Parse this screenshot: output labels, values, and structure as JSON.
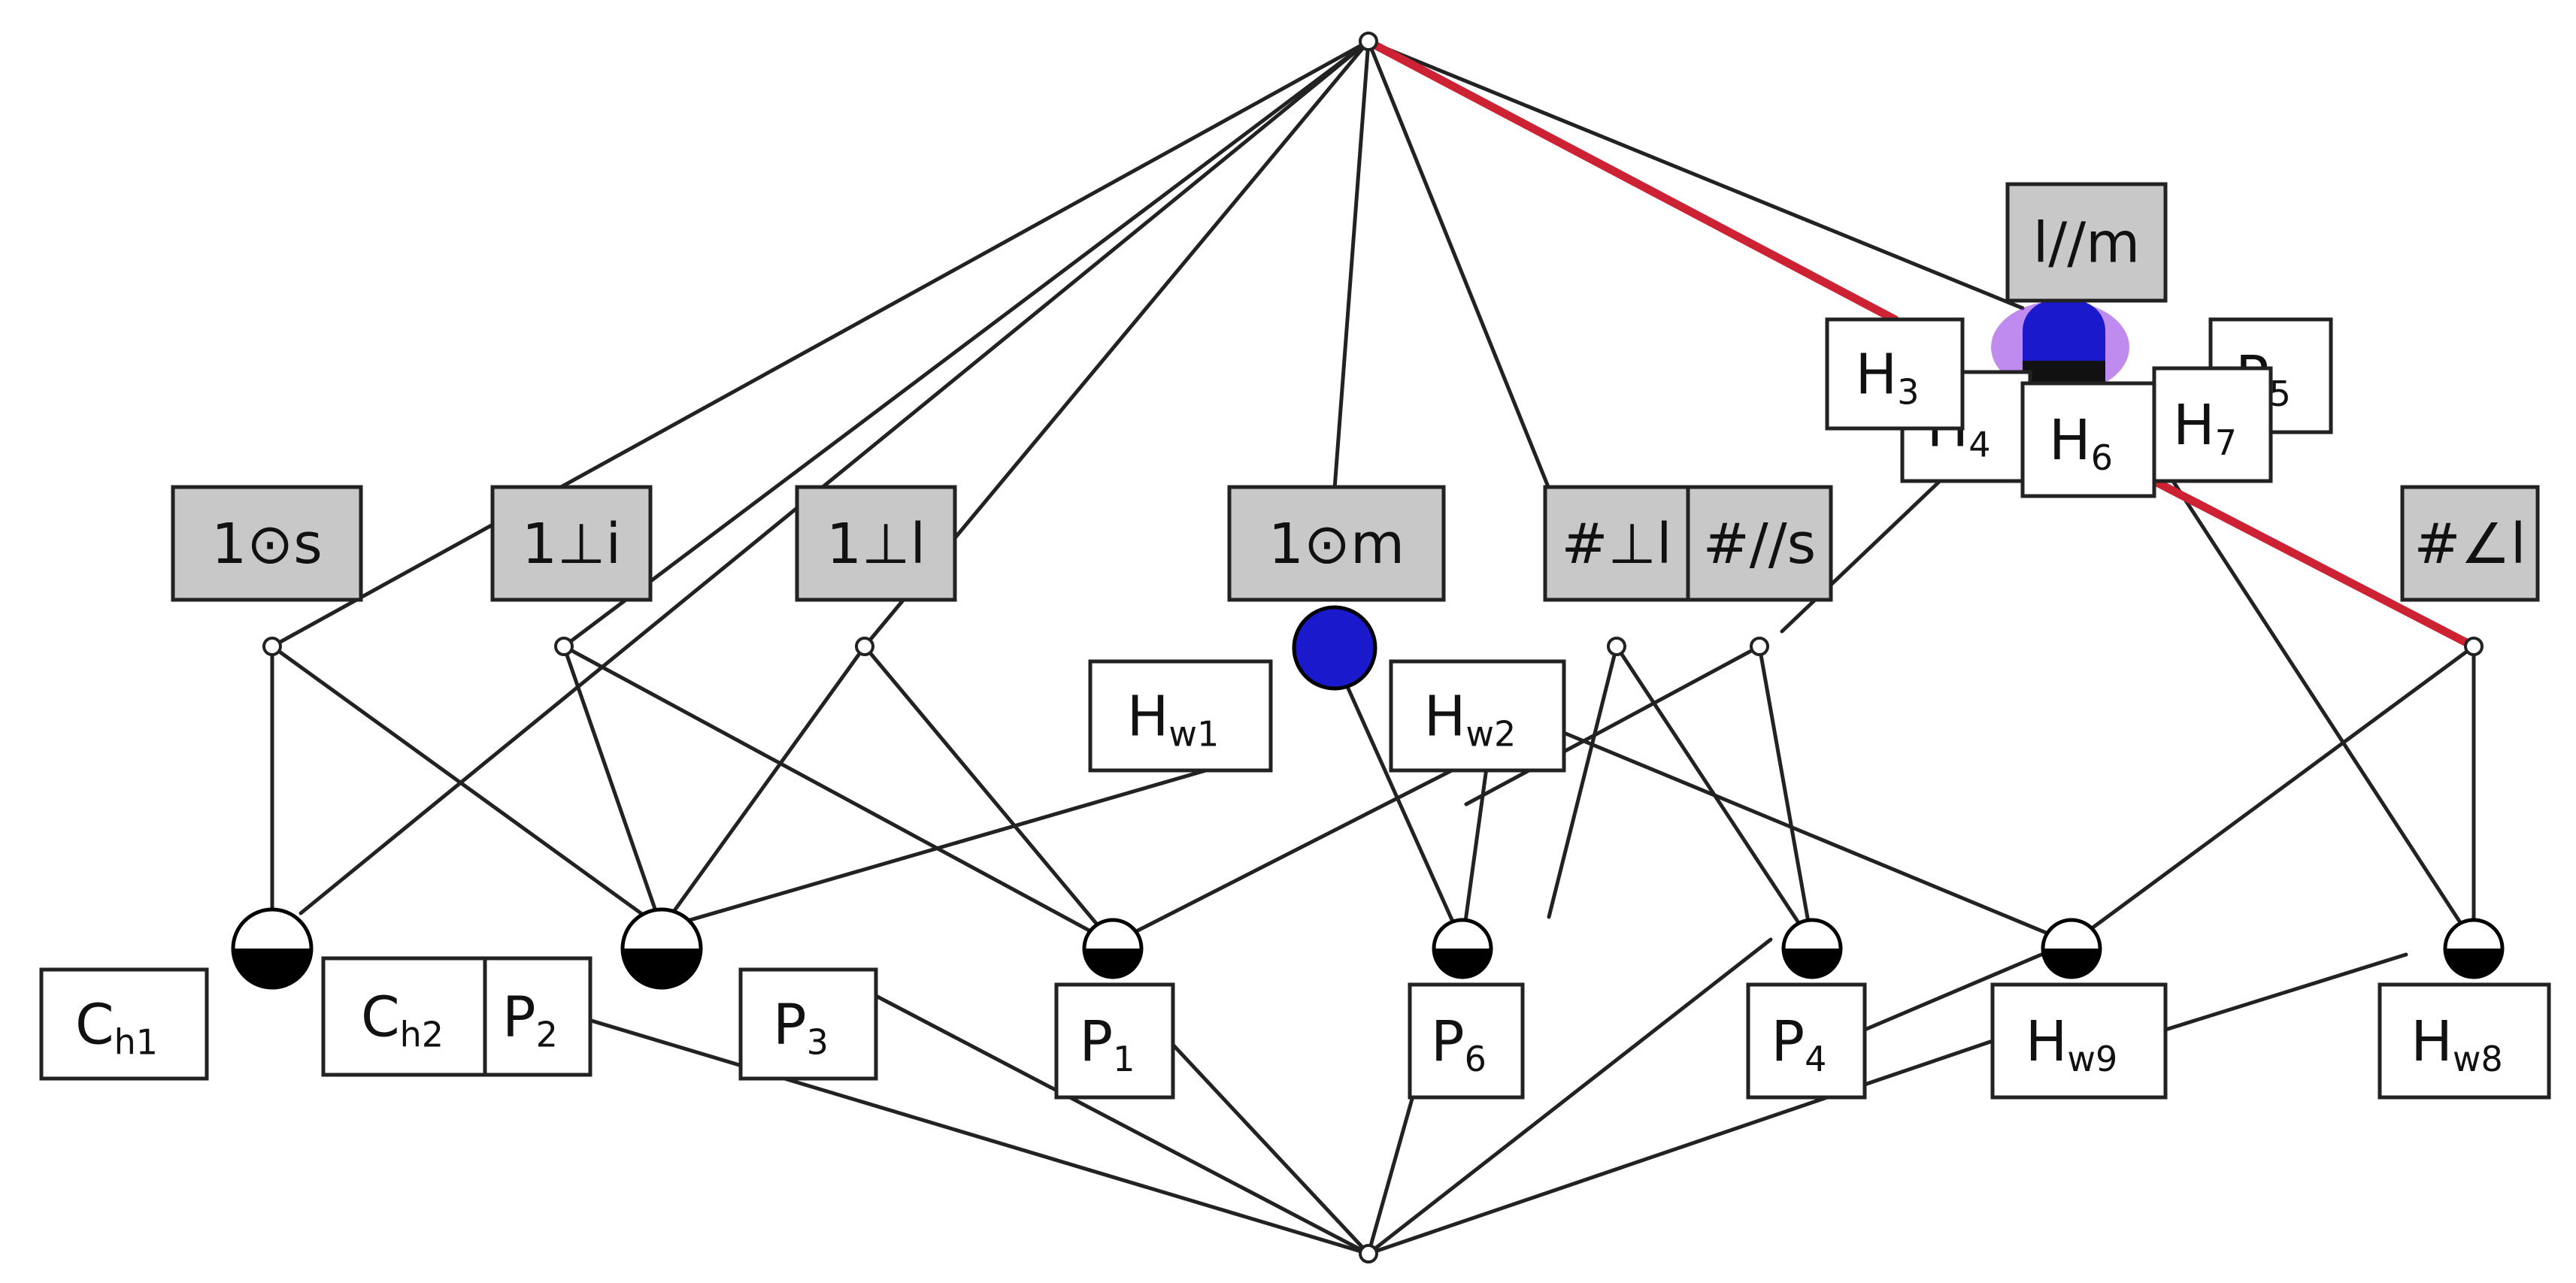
{
  "colors": {
    "line": "#222222",
    "highlight": "#cc2233",
    "attribute_fill": "#c8c8c8",
    "object_fill": "#ffffff",
    "active_node": "#1a1acc",
    "node_dark": "#000000"
  },
  "attributes": [
    {
      "id": "a1",
      "main": "1",
      "symbol": "⊙",
      "rest": "s"
    },
    {
      "id": "a2",
      "main": "1⊥i"
    },
    {
      "id": "a3",
      "main": "1⊥l"
    },
    {
      "id": "a4",
      "main": "1",
      "symbol": "⊙",
      "rest": "m"
    },
    {
      "id": "a5",
      "main": "#⊥l"
    },
    {
      "id": "a6",
      "main": "#//s"
    },
    {
      "id": "a7",
      "main": "l//m"
    },
    {
      "id": "a8",
      "main": "#∠l"
    }
  ],
  "objects": [
    {
      "id": "ch1",
      "main": "C",
      "sub": "h1"
    },
    {
      "id": "ch2",
      "main": "C",
      "sub": "h2"
    },
    {
      "id": "p2",
      "main": "P",
      "sub": "2"
    },
    {
      "id": "p3",
      "main": "P",
      "sub": "3"
    },
    {
      "id": "p1",
      "main": "P",
      "sub": "1"
    },
    {
      "id": "p6",
      "main": "P",
      "sub": "6"
    },
    {
      "id": "p4",
      "main": "P",
      "sub": "4"
    },
    {
      "id": "hw9",
      "main": "H",
      "sub": "w9"
    },
    {
      "id": "hw8",
      "main": "H",
      "sub": "w8"
    },
    {
      "id": "hw1",
      "main": "H",
      "sub": "w1"
    },
    {
      "id": "hw2",
      "main": "H",
      "sub": "w2"
    },
    {
      "id": "h3",
      "main": "H",
      "sub": "3"
    },
    {
      "id": "h4",
      "main": "H",
      "sub": "4"
    },
    {
      "id": "h6",
      "main": "H",
      "sub": "6"
    },
    {
      "id": "h7",
      "main": "H",
      "sub": "7"
    },
    {
      "id": "p5",
      "main": "P",
      "sub": "5"
    }
  ]
}
